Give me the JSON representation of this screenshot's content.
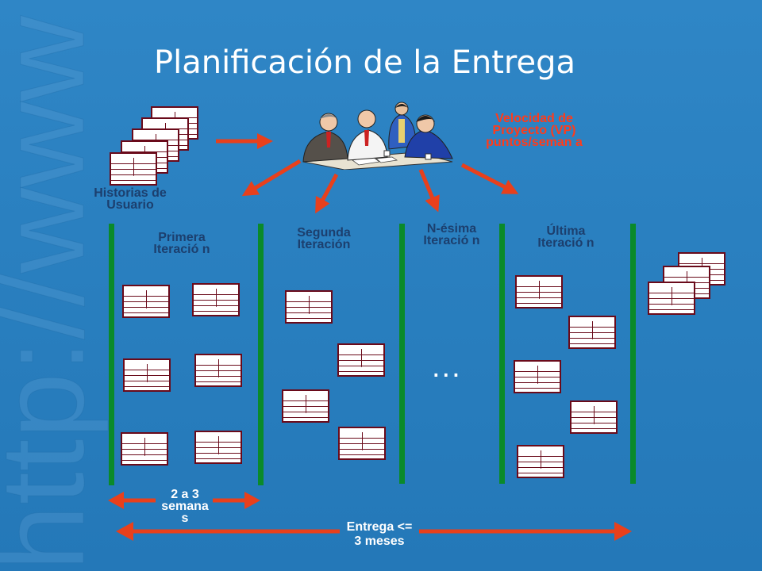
{
  "title": "Planificación de la Entrega",
  "labels": {
    "historias": "Historias de Usuario",
    "primera": "Primera Iteració n",
    "segunda": "Segunda Iteración",
    "nesima": "N-ésima Iteració n",
    "ultima": "Última Iteració n",
    "velocidad": "Velocidad de Proyecto (VP) puntos/seman a",
    "semanas": "2 a 3 semana s",
    "entrega": "Entrega <= 3 meses",
    "ellipsis": "..."
  },
  "colors": {
    "background": "#2a80c0",
    "iteration_bar": "#0a8a2a",
    "arrow": "#e8401c",
    "velocity_text": "#ff3b1a",
    "card_border": "#6a0a1a",
    "label_dark": "#1c3f6e"
  },
  "icons": {
    "people": "business-team-meeting-icon",
    "watermark": "http-watermark-text"
  }
}
